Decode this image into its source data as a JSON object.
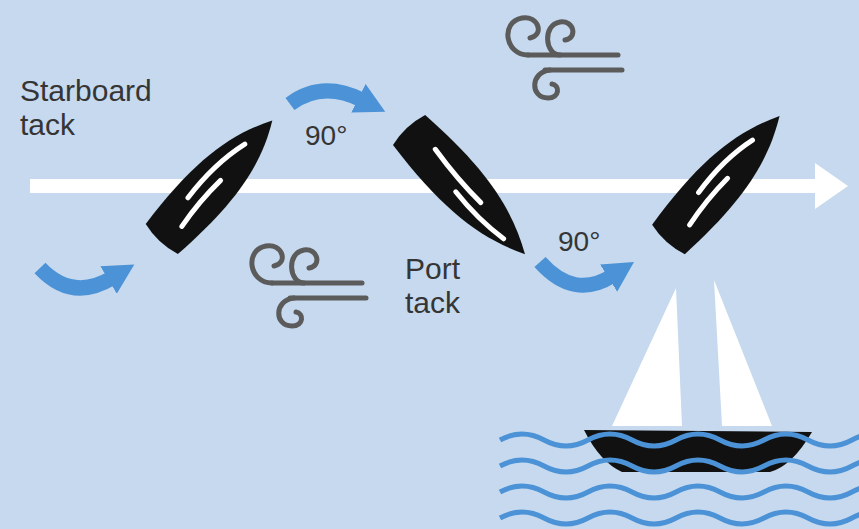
{
  "diagram": {
    "labels": [
      "Starboard tack",
      "90°",
      "Port tack",
      "90°"
    ]
  }
}
